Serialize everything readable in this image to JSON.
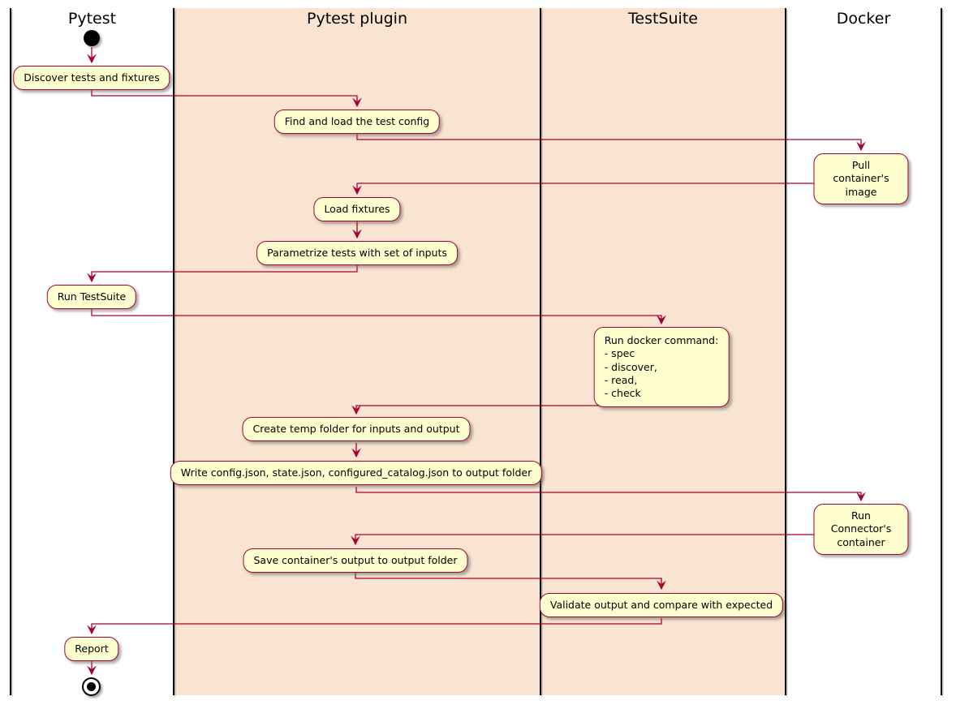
{
  "diagram": {
    "type": "activity-swimlane-diagram",
    "lanes": [
      {
        "label": "Pytest"
      },
      {
        "label": "Pytest plugin"
      },
      {
        "label": "TestSuite"
      },
      {
        "label": "Docker"
      }
    ],
    "nodes": [
      {
        "id": "discover-tests",
        "lane": "Pytest",
        "label": "Discover tests and fixtures"
      },
      {
        "id": "find-config",
        "lane": "Pytest plugin",
        "label": "Find and load the test config"
      },
      {
        "id": "pull-image",
        "lane": "Docker",
        "label": "Pull container's image"
      },
      {
        "id": "load-fixtures",
        "lane": "Pytest plugin",
        "label": "Load fixtures"
      },
      {
        "id": "parametrize-tests",
        "lane": "Pytest plugin",
        "label": "Parametrize tests with set of inputs"
      },
      {
        "id": "run-testsuite",
        "lane": "Pytest",
        "label": "Run TestSuite"
      },
      {
        "id": "run-docker-command",
        "lane": "TestSuite",
        "label": "Run docker command:\n- spec\n- discover,\n- read,\n- check"
      },
      {
        "id": "create-temp-folder",
        "lane": "Pytest plugin",
        "label": "Create temp folder for inputs and output"
      },
      {
        "id": "write-configs",
        "lane": "Pytest plugin",
        "label": "Write config.json, state.json, configured_catalog.json to output folder"
      },
      {
        "id": "run-connector",
        "lane": "Docker",
        "label": "Run Connector's container"
      },
      {
        "id": "save-output",
        "lane": "Pytest plugin",
        "label": "Save container's output to output folder"
      },
      {
        "id": "validate-output",
        "lane": "TestSuite",
        "label": "Validate output and compare with expected"
      },
      {
        "id": "report",
        "lane": "Pytest",
        "label": "Report"
      }
    ],
    "markers": {
      "start": "initial-state",
      "end": "final-state"
    }
  },
  "colors": {
    "node_fill": "#FEFECE",
    "node_border": "#A80036",
    "arrow": "#A80036",
    "lane_highlight": "#F8E4D0",
    "lane_line": "#000000",
    "text": "#000000"
  }
}
